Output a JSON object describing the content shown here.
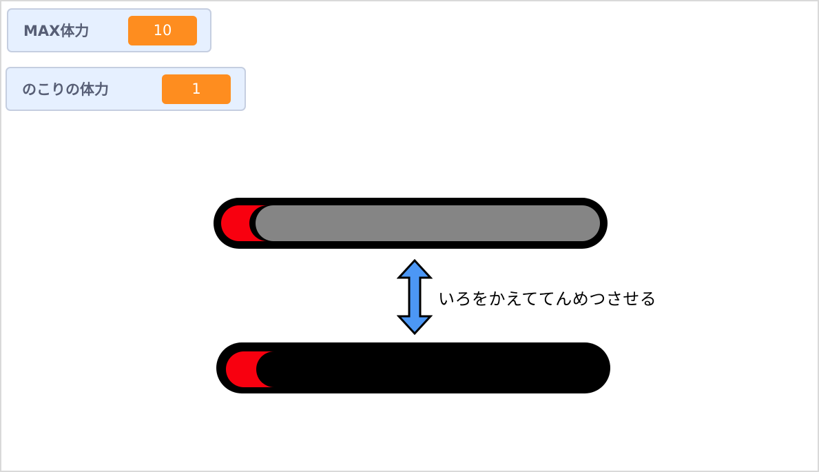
{
  "monitors": [
    {
      "label": "MAX体力",
      "value": "10"
    },
    {
      "label": "のこりの体力",
      "value": "1"
    }
  ],
  "health_bars": {
    "top": {
      "state": "normal",
      "fill_color": "#f8000f",
      "empty_color": "#858585",
      "outline_color": "#000000"
    },
    "bottom": {
      "state": "blink",
      "fill_color": "#f8000f",
      "empty_color": "#000000",
      "outline_color": "#000000"
    }
  },
  "arrow": {
    "icon": "double-arrow-vertical-icon",
    "color": "#4c97f5"
  },
  "caption": "いろをかえててんめつさせる",
  "colors": {
    "monitor_bg": "#e6f0ff",
    "monitor_border": "#c5cee0",
    "monitor_label": "#575e75",
    "monitor_value_bg": "#fe8d1f"
  }
}
